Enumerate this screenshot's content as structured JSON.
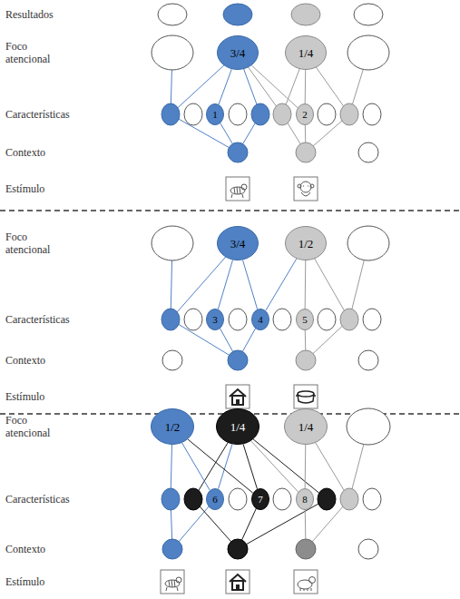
{
  "diagram": {
    "nodes": [
      {
        "text": [
          "3/4"
        ]
      },
      {
        "text": [
          "1/4"
        ]
      },
      {
        "text": [
          "1"
        ]
      },
      {
        "text": [
          "2"
        ]
      },
      {
        "text": [
          "3/4"
        ]
      },
      {
        "text": [
          "1/2"
        ]
      },
      {
        "text": [
          "3"
        ]
      },
      {
        "text": [
          "4"
        ]
      },
      {
        "text": [
          "5"
        ]
      },
      {
        "text": [
          "1/2"
        ]
      },
      {
        "text": [
          "1/4"
        ]
      },
      {
        "text": [
          "1/4"
        ]
      },
      {
        "text": [
          "6"
        ]
      },
      {
        "text": [
          "7"
        ]
      },
      {
        "text": [
          "8"
        ]
      }
    ],
    "edges": [
      {
        "from": 2,
        "to": 0,
        "arrow": "none"
      },
      {
        "from": 3,
        "to": 0,
        "arrow": "none"
      },
      {
        "from": 3,
        "to": 1,
        "arrow": "none"
      },
      {
        "from": 6,
        "to": 4,
        "arrow": "none"
      },
      {
        "from": 7,
        "to": 4,
        "arrow": "none"
      },
      {
        "from": 7,
        "to": 5,
        "arrow": "none"
      },
      {
        "from": 8,
        "to": 5,
        "arrow": "none"
      },
      {
        "from": 12,
        "to": 9,
        "arrow": "none"
      },
      {
        "from": 12,
        "to": 10,
        "arrow": "none"
      },
      {
        "from": 13,
        "to": 10,
        "arrow": "none"
      },
      {
        "from": 13,
        "to": 9,
        "arrow": "none"
      },
      {
        "from": 14,
        "to": 11,
        "arrow": "none"
      },
      {
        "from": 14,
        "to": 10,
        "arrow": "none"
      }
    ],
    "labels": [
      "Resultados",
      "Foco atencional",
      "Características",
      "Contexto",
      "Estímulo",
      "Foco atencional",
      "Características",
      "Contexto",
      "Estímulo",
      "Foco atencional",
      "Características",
      "Contexto",
      "Estímulo"
    ]
  }
}
